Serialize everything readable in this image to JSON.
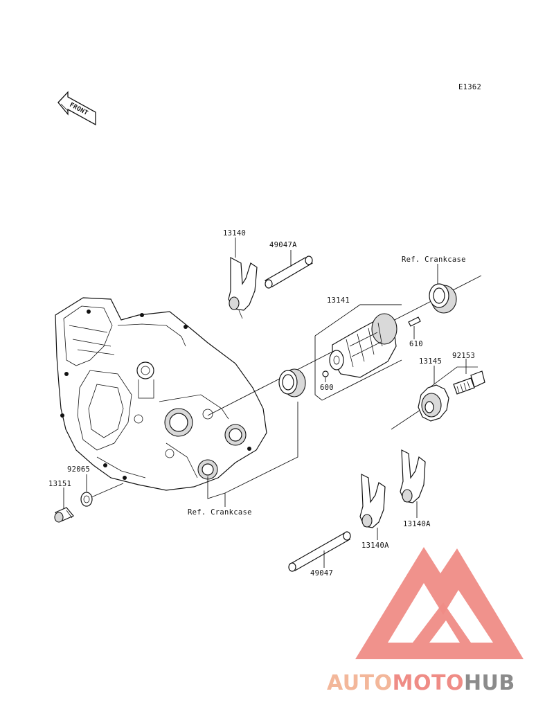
{
  "diagram": {
    "code": "E1362",
    "front_label": "FRONT",
    "labels": {
      "p13140_top": "13140",
      "p49047A": "49047A",
      "ref_crankcase_right": "Ref. Crankcase",
      "p13141": "13141",
      "p610": "610",
      "p600": "600",
      "p13145": "13145",
      "p92153": "92153",
      "p92065": "92065",
      "p13151": "13151",
      "ref_crankcase_bottom": "Ref. Crankcase",
      "p13140A_right": "13140A",
      "p13140A_mid": "13140A",
      "p49047": "49047"
    }
  },
  "watermark": {
    "part1": "AUTO",
    "part2": "MOTO",
    "part3": "HUB",
    "color_orange": "#f3b79a",
    "color_red": "#ef8c86",
    "color_grey": "#8b8b8b"
  }
}
